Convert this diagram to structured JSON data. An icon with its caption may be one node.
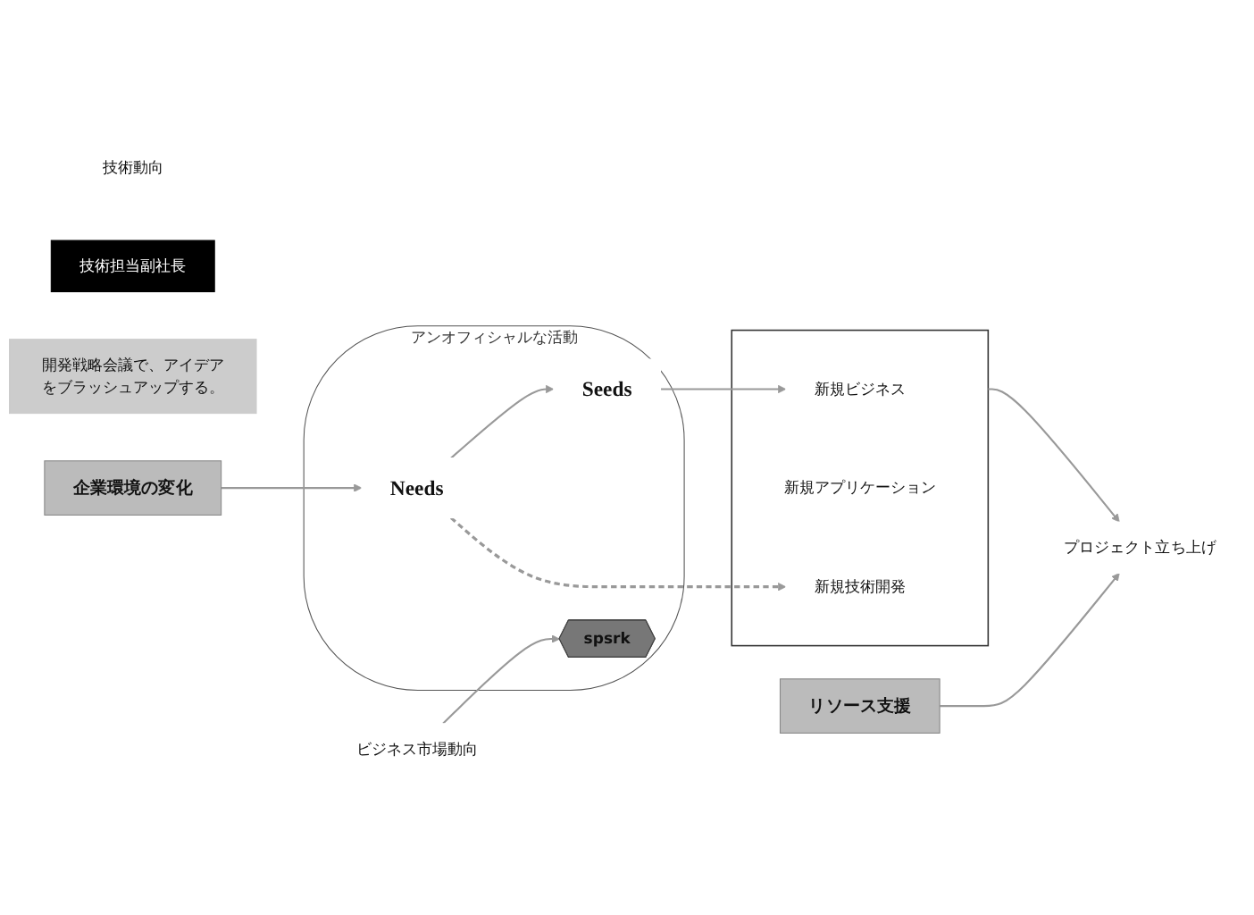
{
  "diagram": {
    "nodes": [
      {
        "text": [
          "アンオフィシャルな活動"
        ]
      },
      {
        "text": [
          "技術動向"
        ]
      },
      {
        "text": [
          "技術担当副社長"
        ]
      },
      {
        "text": [
          "ビジネス市場動向"
        ]
      },
      {
        "text": [
          "Seeds"
        ],
        "in": 0
      },
      {
        "text": [
          "spsrk"
        ],
        "in": 0
      },
      {
        "text": [
          "Needs"
        ],
        "in": 0
      },
      {
        "text": [],
        "shape": "box"
      },
      {
        "text": [
          "新規ビジネス"
        ],
        "in": 7
      },
      {
        "text": [
          "新規アプリケーション"
        ],
        "in": 7
      },
      {
        "text": [
          "新規技術開発"
        ],
        "in": 7
      },
      {
        "text": [
          "開発戦略会議で、アイデアをブラッシュアップする。"
        ]
      },
      {
        "text": [
          "プロジェクト立ち上げ"
        ]
      },
      {
        "text": [
          "企業環境の変化"
        ]
      },
      {
        "text": [
          "リソース支援"
        ]
      }
    ],
    "edges": [
      {
        "from": 3,
        "to": 5,
        "arrow": "to"
      },
      {
        "from": 6,
        "to": 4,
        "arrow": "to"
      },
      {
        "from": 4,
        "to": 8,
        "arrow": "to"
      },
      {
        "from": 6,
        "to": 10,
        "arrow": "to",
        "style": "dashed"
      },
      {
        "from": 13,
        "to": 6,
        "arrow": "to"
      },
      {
        "from": 7,
        "to": 12,
        "arrow": "to"
      },
      {
        "from": 14,
        "to": 12,
        "arrow": "to"
      }
    ]
  }
}
